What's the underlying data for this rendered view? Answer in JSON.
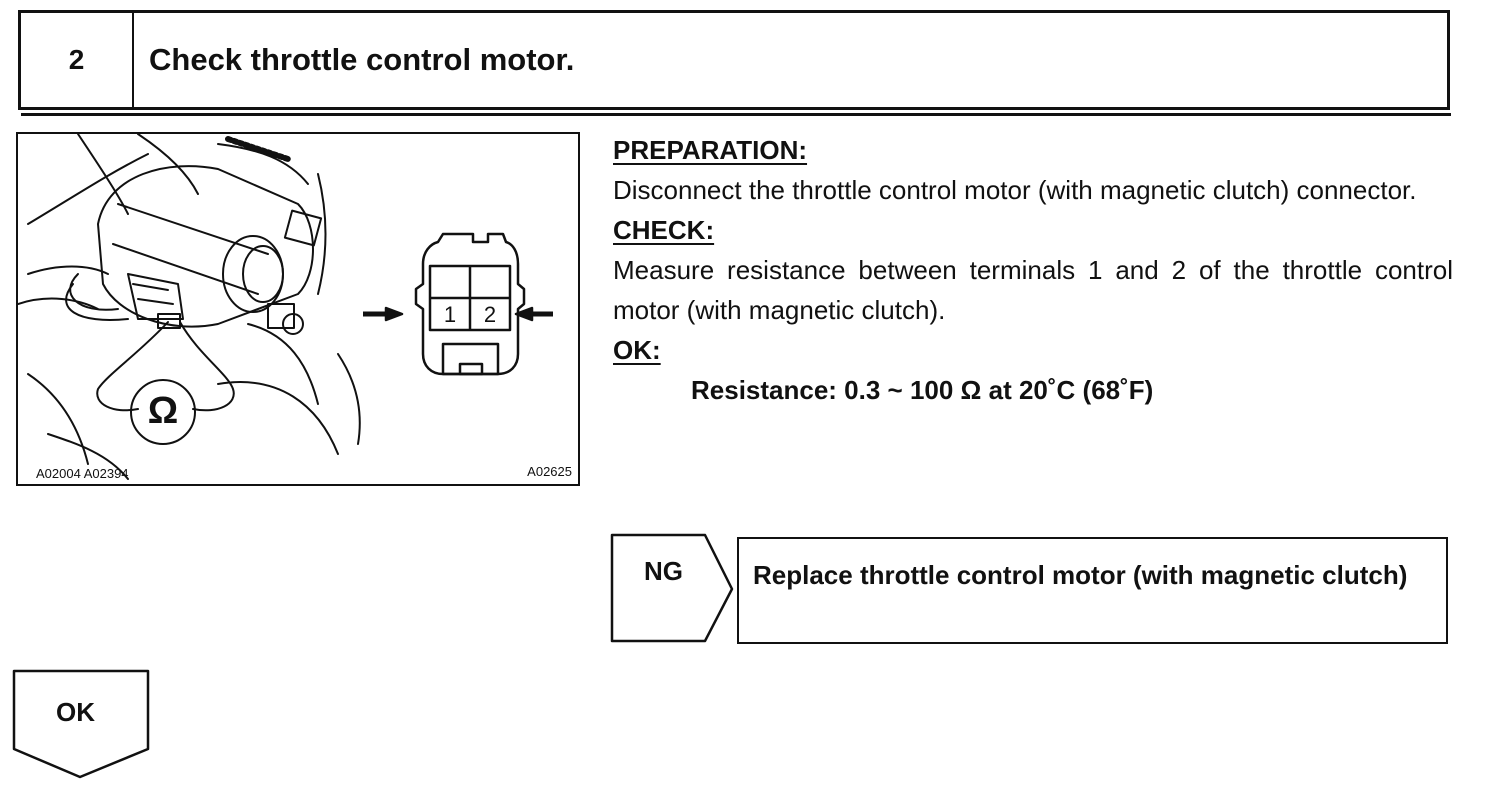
{
  "header": {
    "step_number": "2",
    "title": "Check throttle control motor."
  },
  "figure": {
    "code_left": "A02004  A02394",
    "code_right": "A02625",
    "ohm_symbol": "Ω",
    "terminal_1": "1",
    "terminal_2": "2",
    "icons": [
      "throttle-motor-illustration",
      "ohmmeter-icon",
      "connector-icon",
      "arrow-icon"
    ]
  },
  "instructions": {
    "preparation_heading": "PREPARATION:",
    "preparation_text": "Disconnect the throttle control motor (with magnetic clutch) connector.",
    "check_heading": "CHECK:",
    "check_text": "Measure resistance between terminals 1 and 2 of the throttle control motor (with magnetic clutch).",
    "ok_heading": "OK:",
    "spec": "Resistance: 0.3 ~ 100 Ω at 20˚C (68˚F)"
  },
  "ng_branch": {
    "label": "NG",
    "action": "Replace throttle control motor (with magnetic clutch)"
  },
  "ok_branch": {
    "label": "OK"
  }
}
